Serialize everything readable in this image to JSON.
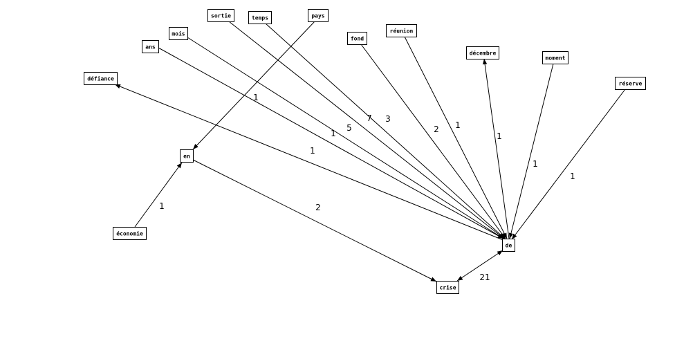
{
  "graph": {
    "nodes": [
      {
        "id": "sortie",
        "label": "sortie"
      },
      {
        "id": "temps",
        "label": "temps"
      },
      {
        "id": "pays",
        "label": "pays"
      },
      {
        "id": "mois",
        "label": "mois"
      },
      {
        "id": "fond",
        "label": "fond"
      },
      {
        "id": "reunion",
        "label": "réunion"
      },
      {
        "id": "ans",
        "label": "ans"
      },
      {
        "id": "decembre",
        "label": "décembre"
      },
      {
        "id": "moment",
        "label": "moment"
      },
      {
        "id": "defiance",
        "label": "défiance"
      },
      {
        "id": "reserve",
        "label": "réserve"
      },
      {
        "id": "en",
        "label": "en"
      },
      {
        "id": "economie",
        "label": "économie"
      },
      {
        "id": "de",
        "label": "de"
      },
      {
        "id": "crise",
        "label": "crise"
      }
    ],
    "edges": [
      {
        "from": "economie",
        "to": "en",
        "label": "1",
        "arrow": "end"
      },
      {
        "from": "pays",
        "to": "en",
        "label": "1",
        "arrow": "end"
      },
      {
        "from": "en",
        "to": "crise",
        "label": "2",
        "arrow": "end"
      },
      {
        "from": "de",
        "to": "defiance",
        "label": "1",
        "arrow": "end"
      },
      {
        "from": "ans",
        "to": "de",
        "label": "1",
        "arrow": "end"
      },
      {
        "from": "mois",
        "to": "de",
        "label": "5",
        "arrow": "end"
      },
      {
        "from": "sortie",
        "to": "de",
        "label": "7",
        "arrow": "end"
      },
      {
        "from": "temps",
        "to": "de",
        "label": "3",
        "arrow": "end"
      },
      {
        "from": "fond",
        "to": "de",
        "label": "2",
        "arrow": "end"
      },
      {
        "from": "reunion",
        "to": "de",
        "label": "1",
        "arrow": "end"
      },
      {
        "from": "de",
        "to": "decembre",
        "label": "1",
        "arrow": "end"
      },
      {
        "from": "moment",
        "to": "de",
        "label": "1",
        "arrow": "end"
      },
      {
        "from": "reserve",
        "to": "de",
        "label": "1",
        "arrow": "end"
      },
      {
        "from": "crise",
        "to": "de",
        "label": "21",
        "arrow": "both"
      }
    ]
  }
}
